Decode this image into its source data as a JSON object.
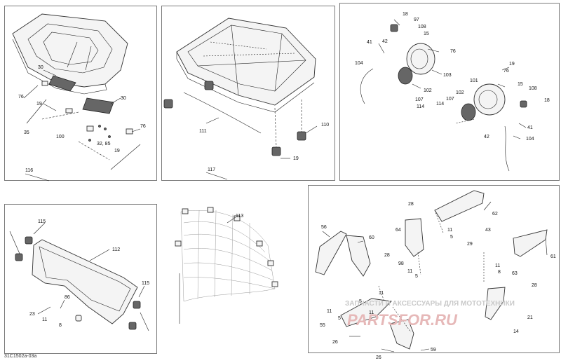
{
  "diagram": {
    "code": "31C1502a-03a",
    "watermark": {
      "line1": "ЗАПЧАСТИ И АКСЕССУАРЫ ДЛЯ МОТОТЕХНИКИ",
      "line2": "PARTSFOR.RU"
    },
    "panel1": {
      "labels": [
        "30",
        "76",
        "19",
        "35",
        "100",
        "30",
        "76",
        "32, 85",
        "19",
        "116"
      ]
    },
    "panel2": {
      "labels": [
        "111",
        "110",
        "19",
        "117"
      ]
    },
    "panel3": {
      "labels": [
        "18",
        "97",
        "108",
        "15",
        "42",
        "41",
        "76",
        "104",
        "103",
        "102",
        "107",
        "114",
        "101",
        "76",
        "19",
        "15",
        "108",
        "18",
        "102",
        "107",
        "114",
        "41",
        "42",
        "104"
      ]
    },
    "panel4": {
      "labels": [
        "115",
        "112",
        "115",
        "23",
        "86",
        "11",
        "8"
      ]
    },
    "panel5": {
      "labels": [
        "113"
      ]
    },
    "panel6": {
      "labels": [
        "28",
        "62",
        "64",
        "56",
        "60",
        "11",
        "5",
        "43",
        "28",
        "98",
        "11",
        "5",
        "11",
        "29",
        "8",
        "61",
        "63",
        "5",
        "11",
        "28",
        "11",
        "5",
        "11",
        "21",
        "55",
        "26",
        "26",
        "59",
        "14"
      ]
    }
  }
}
